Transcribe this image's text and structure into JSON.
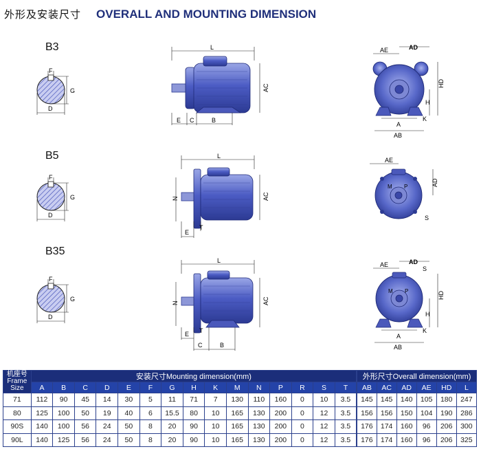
{
  "header": {
    "title_cn": "外形及安装尺寸",
    "title_en": "OVERALL AND MOUNTING DIMENSION"
  },
  "mountings": [
    {
      "label": "B3"
    },
    {
      "label": "B5"
    },
    {
      "label": "B35"
    }
  ],
  "dim_labels": {
    "F": "F",
    "G": "G",
    "D": "D",
    "L": "L",
    "AC": "AC",
    "E": "E",
    "C": "C",
    "B": "B",
    "AE": "AE",
    "AD": "AD",
    "HD": "HD",
    "H": "H",
    "A": "A",
    "AB": "AB",
    "K": "K",
    "N": "N",
    "T": "T",
    "S": "S",
    "M": "M",
    "P": "P"
  },
  "table": {
    "frame_cn": "机座号",
    "frame_en1": "Frame",
    "frame_en2": "Size",
    "mounting_group": "安装尺寸Mounting dimension(mm)",
    "overall_group": "外形尺寸Overall dimension(mm)",
    "columns": [
      "A",
      "B",
      "C",
      "D",
      "E",
      "F",
      "G",
      "H",
      "K",
      "M",
      "N",
      "P",
      "R",
      "S",
      "T",
      "AB",
      "AC",
      "AD",
      "AE",
      "HD",
      "L"
    ],
    "rows": [
      [
        "71",
        "112",
        "90",
        "45",
        "14",
        "30",
        "5",
        "11",
        "71",
        "7",
        "130",
        "110",
        "160",
        "0",
        "10",
        "3.5",
        "145",
        "145",
        "140",
        "105",
        "180",
        "247"
      ],
      [
        "80",
        "125",
        "100",
        "50",
        "19",
        "40",
        "6",
        "15.5",
        "80",
        "10",
        "165",
        "130",
        "200",
        "0",
        "12",
        "3.5",
        "156",
        "156",
        "150",
        "104",
        "190",
        "286"
      ],
      [
        "90S",
        "140",
        "100",
        "56",
        "24",
        "50",
        "8",
        "20",
        "90",
        "10",
        "165",
        "130",
        "200",
        "0",
        "12",
        "3.5",
        "176",
        "174",
        "160",
        "96",
        "206",
        "300"
      ],
      [
        "90L",
        "140",
        "125",
        "56",
        "24",
        "50",
        "8",
        "20",
        "90",
        "10",
        "165",
        "130",
        "200",
        "0",
        "12",
        "3.5",
        "176",
        "174",
        "160",
        "96",
        "206",
        "325"
      ]
    ]
  }
}
